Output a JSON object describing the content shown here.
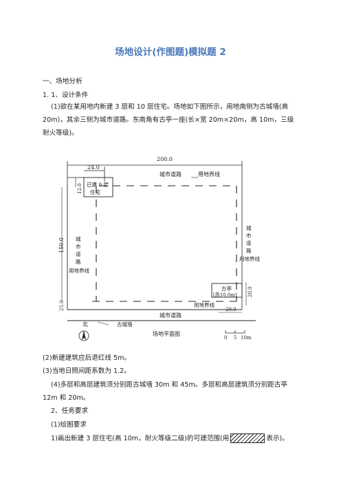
{
  "doc": {
    "title": "场地设计(作图题)模拟题 2",
    "section1": "一、场地分析",
    "section1_1": "1. 1、设计条件",
    "cond1": "(1)欲在某用地内新建 3 层和 10 层住宅。场地如下图所示，用地南侧为古城墙(高 20m)，其余三侧为城市道路。东南角有古亭一座(长×宽 20m×20m，高 10m，三级耐火等级)。",
    "cond2": "(2)新建建筑应后退红线 5m。",
    "cond3": "(3)当地日照间距系数为 1.2。",
    "cond4": "(4)多层和高层建筑须分别距古城墙 30m 和 45m。多层和高层建筑须分别距古亭 12m 和 20m。",
    "task": "2、任务要求",
    "task1": "(1)绘图要求",
    "task1_1_before": "1)画出新建 3 层住宅(高 10m，耐火等级二级)的可建范围(用",
    "task1_1_after": "表示)。"
  },
  "plan": {
    "dim_total_width": "200.0",
    "dim_top_left": "24.0",
    "dim_top_small": "12.0",
    "dim_height": "150.0",
    "dim_bottom": "25.0",
    "dim_pavilion_h": "20.0",
    "dim_pavilion_w": "20.0",
    "existing_bldg_l1": "已建 9 层",
    "existing_bldg_l2": "住宅",
    "road_top": "城市道路",
    "road_bottom": "城市道路",
    "road_west_chars": [
      "城",
      "市",
      "道",
      "路"
    ],
    "road_east_chars": [
      "城",
      "市",
      "道",
      "路"
    ],
    "boundary_label": "用地界线",
    "pavilion_l1": "古亭",
    "pavilion_l2": "[高10.0m]",
    "north": "北",
    "city_wall": "古城墙",
    "plan_title": "场地平面图",
    "scale_0": "0",
    "scale_5": "5",
    "scale_10": "10m"
  }
}
